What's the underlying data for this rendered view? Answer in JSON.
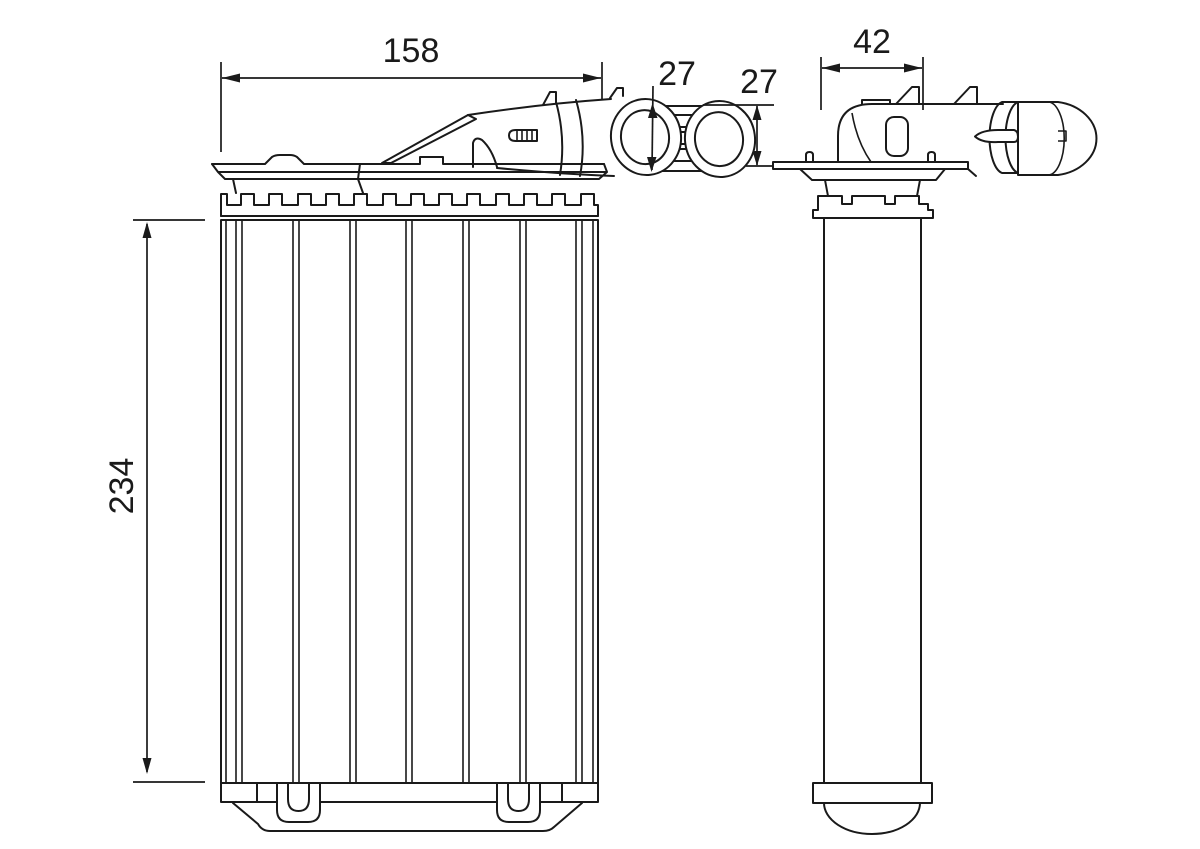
{
  "page": {
    "background": "#ffffff",
    "ink": "#1a1a1a"
  },
  "drawing": {
    "kind": "technical-drawing",
    "subject": "heater-core-two-view-dimensioned-drawing",
    "views": {
      "count": 2
    },
    "dims": {
      "core_width": "158",
      "pipe_inner_dia": "27",
      "pipe_outer_dia": "27",
      "core_depth": "42",
      "core_height": "234"
    }
  }
}
